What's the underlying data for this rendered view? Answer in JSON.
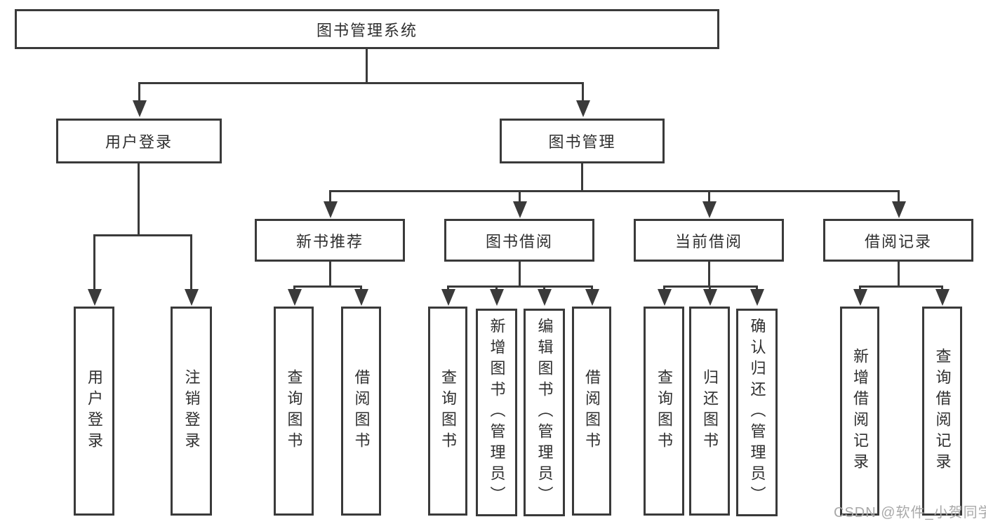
{
  "diagram": {
    "root_label": "图书管理系统",
    "branches": [
      {
        "label": "用户登录",
        "children": [
          "用户登录",
          "注销登录"
        ]
      },
      {
        "label": "图书管理",
        "sections": [
          {
            "label": "新书推荐",
            "children": [
              "查询图书",
              "借阅图书"
            ]
          },
          {
            "label": "图书借阅",
            "children": [
              "查询图书",
              "新增图书（管理员）",
              "编辑图书（管理员）",
              "借阅图书"
            ]
          },
          {
            "label": "当前借阅",
            "children": [
              "查询图书",
              "归还图书",
              "确认归还（管理员）"
            ]
          },
          {
            "label": "借阅记录",
            "children": [
              "新增借阅记录",
              "查询借阅记录"
            ]
          }
        ]
      }
    ],
    "watermark": "CSDN @软件_小贺同学",
    "colors": {
      "line": "#3a3a3a",
      "text": "#2f2f2f",
      "watermark": "#a9a9a9",
      "background": "#ffffff"
    }
  }
}
